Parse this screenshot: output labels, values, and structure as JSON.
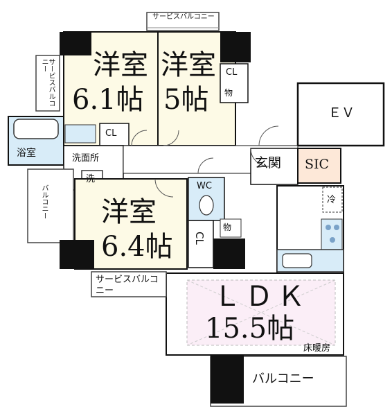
{
  "rooms": {
    "western1": {
      "name": "洋室",
      "size": "6.1帖"
    },
    "western2": {
      "name": "洋室",
      "size": "5帖"
    },
    "western3": {
      "name": "洋室",
      "size": "6.4帖"
    },
    "ldk": {
      "name": "ＬＤＫ",
      "size": "15.5帖"
    },
    "ev": "ＥＶ",
    "sic": "SIC",
    "entrance": "玄関",
    "bath": "浴室",
    "washroom": "洗面所",
    "washer": "洗",
    "toilet": "WC",
    "fridge": "冷",
    "storage": "物",
    "storage2": "物",
    "closet1": "CL",
    "closet2": "CL",
    "closet3": "CL",
    "floor_heating": "床暖房"
  },
  "balconies": {
    "service_top": "サービスバルコニー",
    "service_left": "サービスバルコニー",
    "service_bottom": "サービスバルコニー",
    "left": "バルコニー",
    "main": "バルコニー"
  },
  "colors": {
    "western_room": "#fdfae6",
    "ldk_floor": "#fbeef7",
    "sic": "#fde8d8",
    "wet_area": "#d8ecf8",
    "wall": "#111111",
    "hall": "#ffffff"
  }
}
